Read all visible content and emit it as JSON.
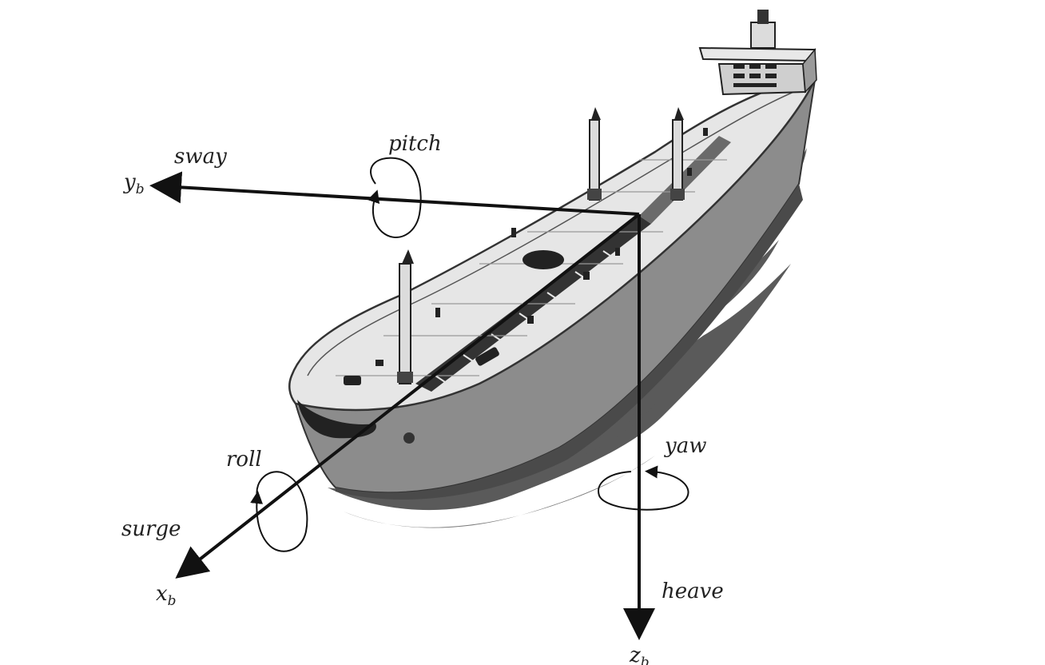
{
  "labels": {
    "sway": "sway",
    "pitch": "pitch",
    "roll": "roll",
    "surge": "surge",
    "yaw": "yaw",
    "heave": "heave"
  },
  "axes": {
    "y": {
      "base": "y",
      "subscript": "b"
    },
    "x": {
      "base": "x",
      "subscript": "b"
    },
    "z": {
      "base": "z",
      "subscript": "b"
    }
  },
  "colors": {
    "axis": "#111111",
    "hull_light": "#e6e6e6",
    "hull_mid": "#8c8c8c",
    "hull_dark": "#4a4a4a",
    "water": "#5a5a5a",
    "text": "#222222"
  },
  "icons": [
    "ship-illustration",
    "rotation-arrow-icon",
    "axis-arrow-icon"
  ]
}
